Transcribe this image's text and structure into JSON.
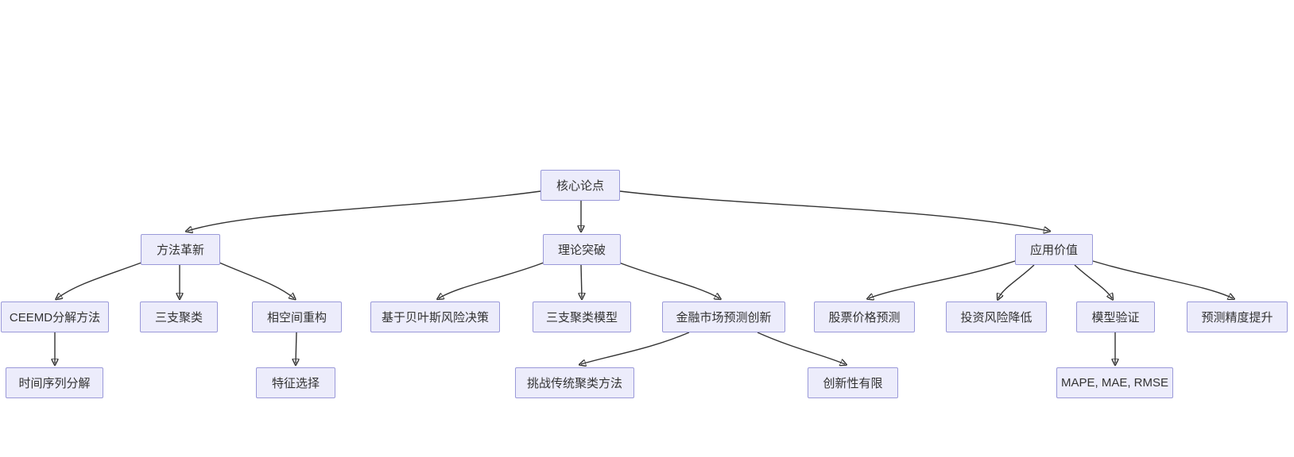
{
  "diagram": {
    "type": "flowchart-top-down",
    "background_color": "#ffffff",
    "node_fill_color": "#ececfb",
    "node_border_color": "#9a99d9",
    "node_text_color": "#333333",
    "edge_color": "#333333",
    "nodes": [
      {
        "id": "core",
        "label": "核心论点",
        "level": 1
      },
      {
        "id": "method",
        "label": "方法革新",
        "level": 2
      },
      {
        "id": "theory",
        "label": "理论突破",
        "level": 2
      },
      {
        "id": "application",
        "label": "应用价值",
        "level": 2
      },
      {
        "id": "ceemd",
        "label": "CEEMD分解方法",
        "level": 3
      },
      {
        "id": "threeway",
        "label": "三支聚类",
        "level": 3
      },
      {
        "id": "phase",
        "label": "相空间重构",
        "level": 3
      },
      {
        "id": "bayes",
        "label": "基于贝叶斯风险决策",
        "level": 3
      },
      {
        "id": "twmodel",
        "label": "三支聚类模型",
        "level": 3
      },
      {
        "id": "finance",
        "label": "金融市场预测创新",
        "level": 3
      },
      {
        "id": "stock",
        "label": "股票价格预测",
        "level": 3
      },
      {
        "id": "risk",
        "label": "投资风险降低",
        "level": 3
      },
      {
        "id": "validation",
        "label": "模型验证",
        "level": 3
      },
      {
        "id": "precision",
        "label": "预测精度提升",
        "level": 3
      },
      {
        "id": "decompose",
        "label": "时间序列分解",
        "level": 4
      },
      {
        "id": "feature",
        "label": "特征选择",
        "level": 4
      },
      {
        "id": "challenge",
        "label": "挑战传统聚类方法",
        "level": 4
      },
      {
        "id": "limited",
        "label": "创新性有限",
        "level": 4
      },
      {
        "id": "metrics",
        "label": "MAPE, MAE, RMSE",
        "level": 4
      }
    ],
    "edges": [
      {
        "from": "core",
        "to": "method"
      },
      {
        "from": "core",
        "to": "theory"
      },
      {
        "from": "core",
        "to": "application"
      },
      {
        "from": "method",
        "to": "ceemd"
      },
      {
        "from": "method",
        "to": "threeway"
      },
      {
        "from": "method",
        "to": "phase"
      },
      {
        "from": "theory",
        "to": "bayes"
      },
      {
        "from": "theory",
        "to": "twmodel"
      },
      {
        "from": "theory",
        "to": "finance"
      },
      {
        "from": "application",
        "to": "stock"
      },
      {
        "from": "application",
        "to": "risk"
      },
      {
        "from": "application",
        "to": "validation"
      },
      {
        "from": "application",
        "to": "precision"
      },
      {
        "from": "ceemd",
        "to": "decompose"
      },
      {
        "from": "phase",
        "to": "feature"
      },
      {
        "from": "finance",
        "to": "challenge"
      },
      {
        "from": "finance",
        "to": "limited"
      },
      {
        "from": "validation",
        "to": "metrics"
      }
    ]
  }
}
